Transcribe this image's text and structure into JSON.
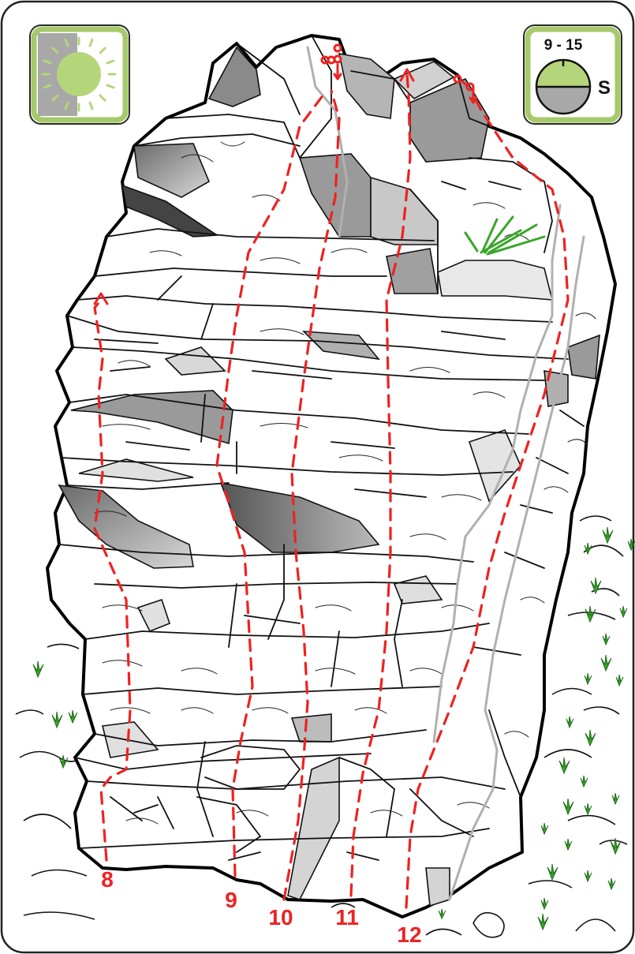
{
  "topo": {
    "sun_icon": "sun-icon",
    "sun_color": "#b5d57a",
    "sun_shade_color": "#a8a8a8",
    "badge_border_color": "#a6c96b",
    "sun_hours": "9 - 15",
    "aspect": "S",
    "route_color": "#ee2222",
    "route_numbers": [
      "8",
      "9",
      "10",
      "11",
      "12"
    ]
  }
}
